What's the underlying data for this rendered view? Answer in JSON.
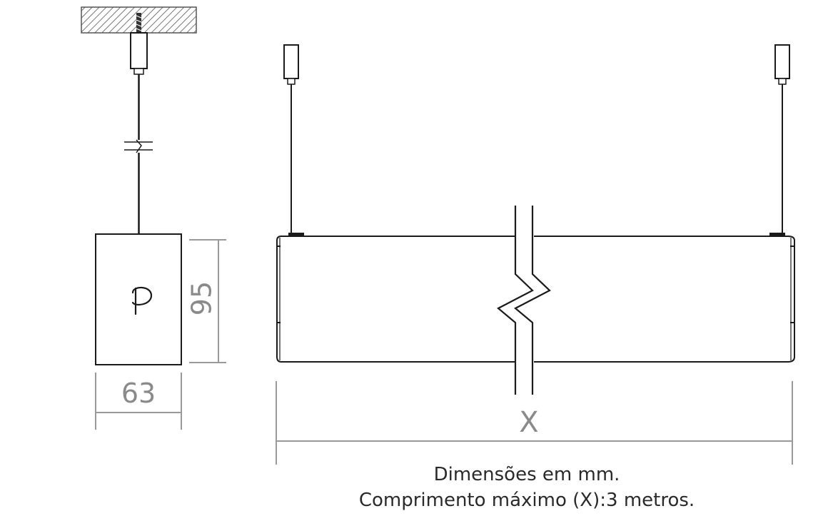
{
  "dimensions": {
    "width_label": "63",
    "height_label": "95",
    "length_label": "X"
  },
  "notes": {
    "line1": "Dimensões em mm.",
    "line2": "Comprimento máximo (X):3 metros."
  },
  "colors": {
    "outline": "#1a1a1a",
    "dimension": "#9a9a9a",
    "hatch": "#666666"
  }
}
